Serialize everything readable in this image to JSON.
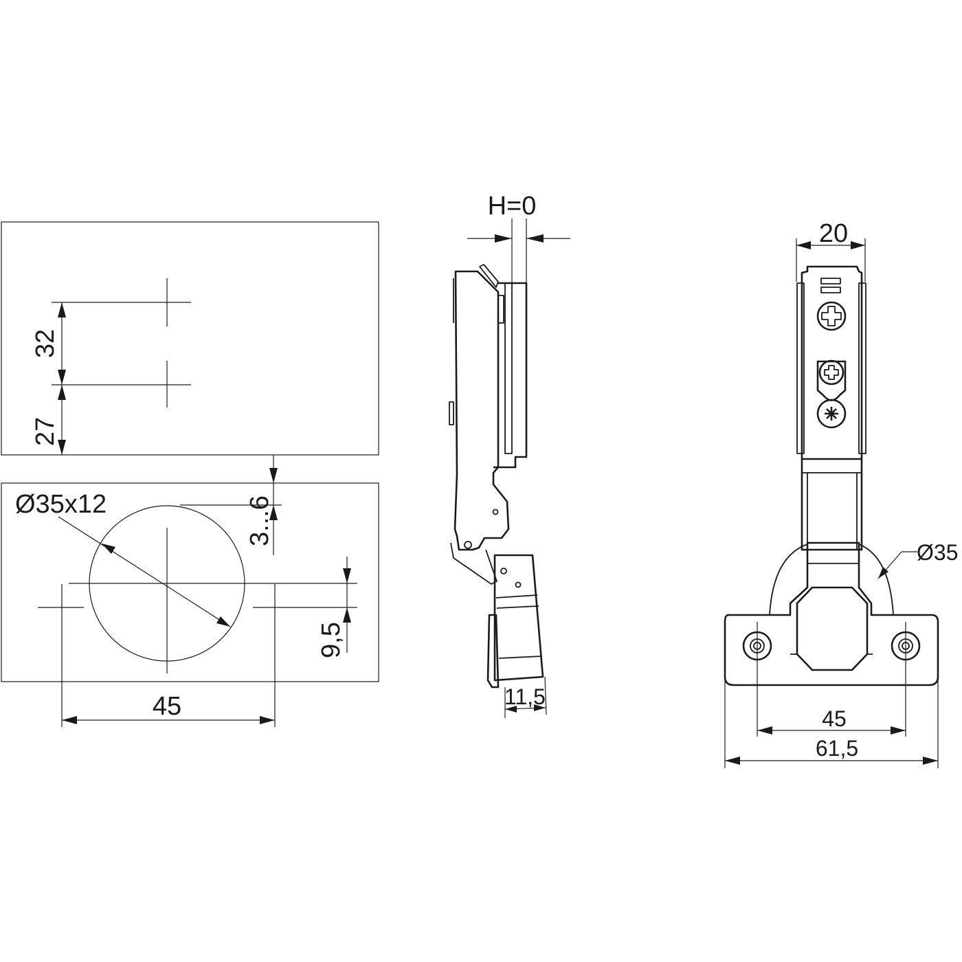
{
  "drawing": {
    "stroke_color": "#1a1a1a",
    "background": "#ffffff",
    "drilling_plan": {
      "dim_32": "32",
      "dim_27": "27",
      "cup_diameter": "Ø35x12",
      "dim_3_6": "3...6",
      "dim_9_5": "9,5",
      "dim_45": "45"
    },
    "side_view": {
      "overlay": "H=0",
      "dim_11_5": "11,5"
    },
    "front_view": {
      "dim_20": "20",
      "cup_diameter": "Ø35",
      "dim_45": "45",
      "dim_61_5": "61,5"
    }
  }
}
